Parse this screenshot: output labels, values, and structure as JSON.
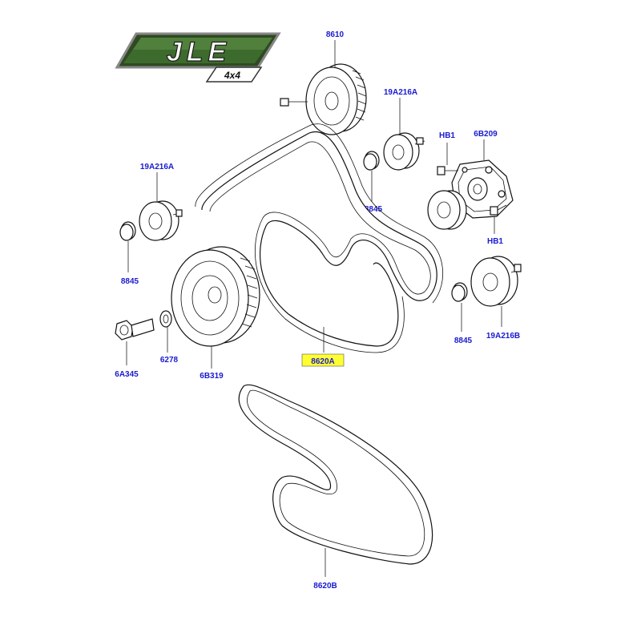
{
  "logo": {
    "brand": "JLE",
    "sub": "4x4"
  },
  "highlight_color": "#ffff33",
  "label_color": "#1a1ad0",
  "callouts": {
    "p8610": "8610",
    "p19a216a_top": "19A216A",
    "p19a216a_left": "19A216A",
    "p19a216b": "19A216B",
    "phb1_top": "HB1",
    "phb1_bottom": "HB1",
    "p6b209": "6B209",
    "p8845_top": "8845",
    "p8845_left": "8845",
    "p8845_right": "8845",
    "p6a345": "6A345",
    "p6278": "6278",
    "p6b319": "6B319",
    "p8620a": "8620A",
    "p8620b": "8620B"
  }
}
